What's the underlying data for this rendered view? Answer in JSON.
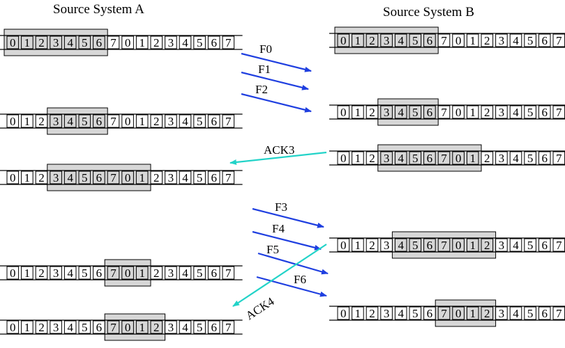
{
  "titles": {
    "a": "Source System A",
    "b": "Source System B"
  },
  "frame_numbers": [
    "0",
    "1",
    "2",
    "3",
    "4",
    "5",
    "6",
    "7",
    "0",
    "1",
    "2",
    "3",
    "4",
    "5",
    "6",
    "7"
  ],
  "colors": {
    "window_fill": "#d7d7d7",
    "window_stroke": "#000000",
    "frame_arrow": "#1f3fe0",
    "ack_arrow": "#22d3c8",
    "cell_stroke": "#000000"
  },
  "icons": {
    "frame_arrow": "arrow-right",
    "ack_arrow": "arrow-left"
  },
  "rows": [
    {
      "side": "a",
      "window": [
        0,
        6
      ]
    },
    {
      "side": "b",
      "window": [
        0,
        6
      ]
    },
    {
      "side": "a",
      "window": [
        3,
        6
      ]
    },
    {
      "side": "b",
      "window": [
        3,
        6
      ]
    },
    {
      "side": "b",
      "window": [
        3,
        9
      ]
    },
    {
      "side": "a",
      "window": [
        3,
        9
      ]
    },
    {
      "side": "b",
      "window": [
        4,
        10
      ]
    },
    {
      "side": "a",
      "window": [
        7,
        9
      ]
    },
    {
      "side": "b",
      "window": [
        7,
        10
      ]
    },
    {
      "side": "a",
      "window": [
        7,
        10
      ]
    }
  ],
  "arrows": [
    {
      "type": "frame",
      "label": "F0"
    },
    {
      "type": "frame",
      "label": "F1"
    },
    {
      "type": "frame",
      "label": "F2"
    },
    {
      "type": "ack",
      "label": "ACK3"
    },
    {
      "type": "frame",
      "label": "F3"
    },
    {
      "type": "frame",
      "label": "F4"
    },
    {
      "type": "frame",
      "label": "F5"
    },
    {
      "type": "frame",
      "label": "F6"
    },
    {
      "type": "ack",
      "label": "ACK4"
    }
  ]
}
